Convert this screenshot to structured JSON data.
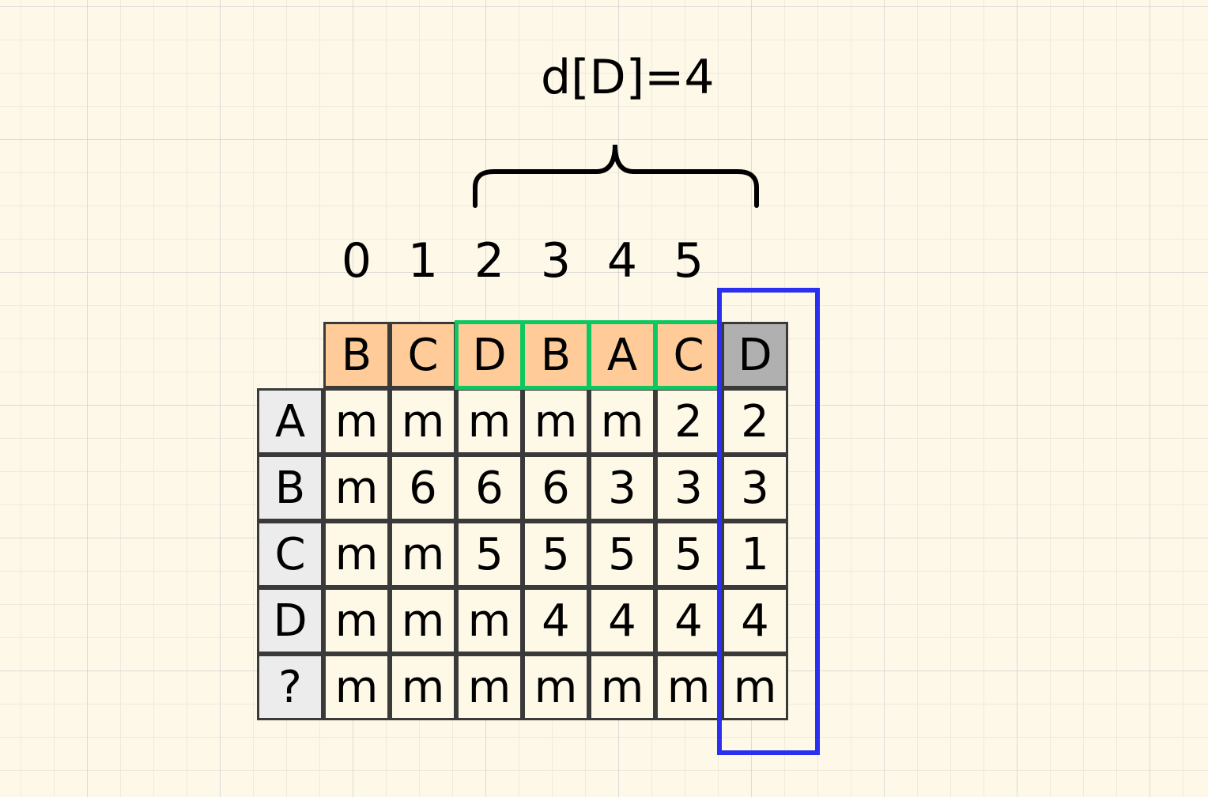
{
  "title": "d[D]=4",
  "indices": [
    "0",
    "1",
    "2",
    "3",
    "4",
    "5"
  ],
  "header": [
    "B",
    "C",
    "D",
    "B",
    "A",
    "C",
    "D"
  ],
  "rows": [
    {
      "label": "A",
      "cells": [
        "m",
        "m",
        "m",
        "m",
        "m",
        "2",
        "2"
      ]
    },
    {
      "label": "B",
      "cells": [
        "m",
        "6",
        "6",
        "6",
        "3",
        "3",
        "3"
      ]
    },
    {
      "label": "C",
      "cells": [
        "m",
        "m",
        "5",
        "5",
        "5",
        "5",
        "1"
      ]
    },
    {
      "label": "D",
      "cells": [
        "m",
        "m",
        "m",
        "4",
        "4",
        "4",
        "4"
      ]
    },
    {
      "label": "?",
      "cells": [
        "m",
        "m",
        "m",
        "m",
        "m",
        "m",
        "m"
      ]
    }
  ],
  "colors": {
    "header": "#fecb99",
    "current": "#b0b0b0",
    "window": "#0dc860",
    "highlight": "#2b2ff0",
    "background": "#fdf8e7"
  }
}
